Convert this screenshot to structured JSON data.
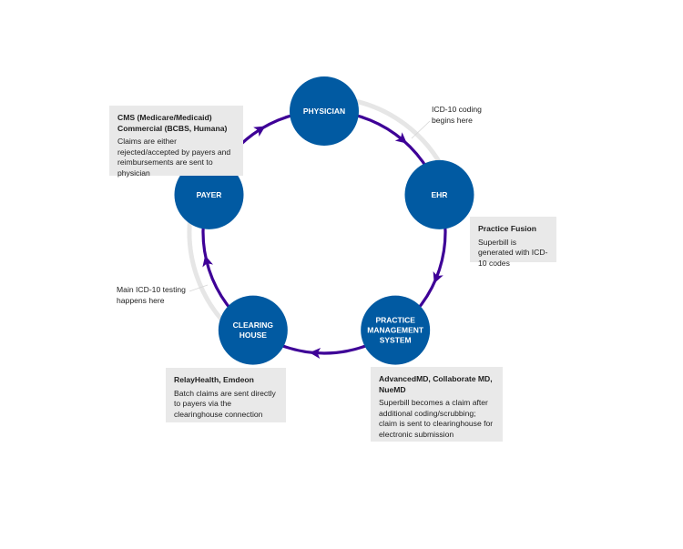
{
  "diagram": {
    "colors": {
      "node_fill": "#015aa2",
      "arrow": "#3e0097",
      "highlight_arc": "#e6e6e6",
      "box_bg": "#e9e9e9",
      "node_text": "#ffffff"
    },
    "nodes": [
      {
        "id": "physician",
        "lines": [
          "PHYSICIAN"
        ]
      },
      {
        "id": "ehr",
        "lines": [
          "EHR"
        ]
      },
      {
        "id": "practice-management-system",
        "lines": [
          "PRACTICE",
          "MANAGEMENT",
          "SYSTEM"
        ]
      },
      {
        "id": "clearing-house",
        "lines": [
          "CLEARING",
          "HOUSE"
        ]
      },
      {
        "id": "payer",
        "lines": [
          "PAYER"
        ]
      }
    ],
    "flow": [
      "physician",
      "ehr",
      "practice-management-system",
      "clearing-house",
      "payer",
      "physician"
    ],
    "info_boxes": {
      "payer": {
        "title": "CMS (Medicare/Medicaid) Commercial (BCBS, Humana)",
        "description": "Claims are either rejected/accepted by payers and reimbursements are sent to physician"
      },
      "ehr": {
        "title": "Practice Fusion",
        "description": "Superbill is generated with ICD-10 codes"
      },
      "practice_management_system": {
        "title": "AdvancedMD, Collaborate MD, NueMD",
        "description": "Superbill becomes a claim after additional coding/scrubbing; claim is sent to clearinghouse for electronic submission"
      },
      "clearing_house": {
        "title": "RelayHealth, Emdeon",
        "description": "Batch claims are sent directly to payers via the clearinghouse connection"
      }
    },
    "notes": {
      "coding_begins": "ICD-10 coding begins here",
      "testing_happens": "Main ICD-10 testing happens here"
    }
  }
}
